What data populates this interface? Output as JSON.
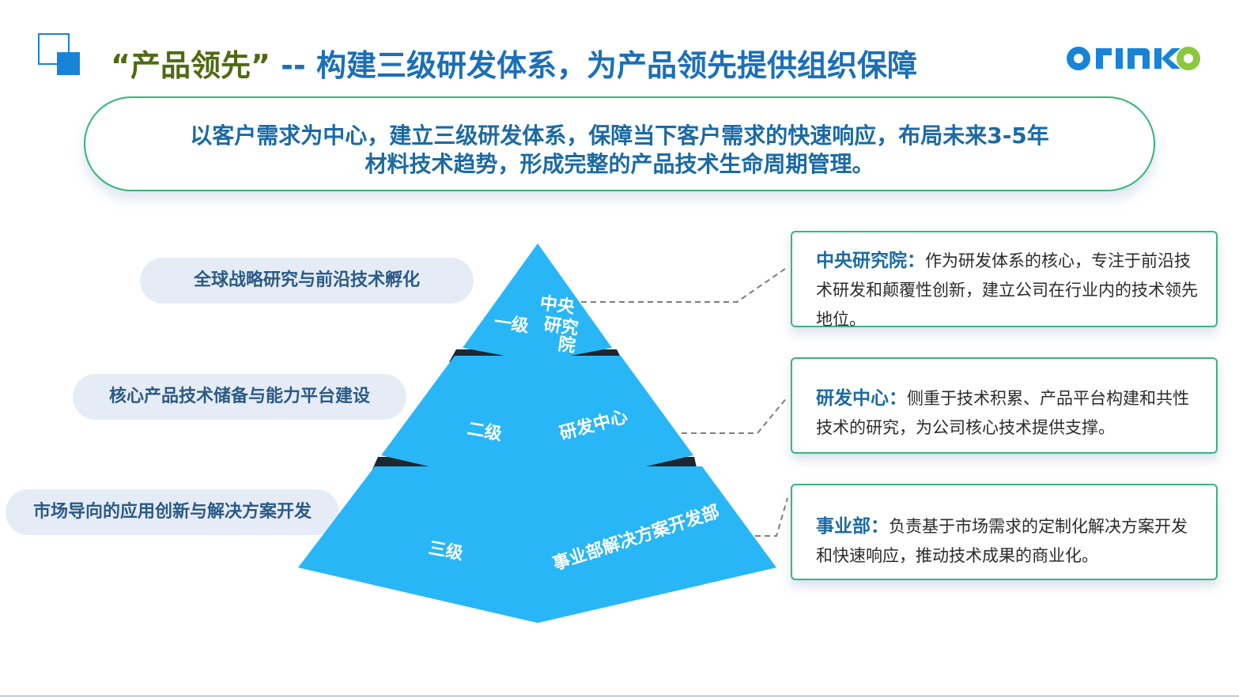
{
  "title": {
    "quote": "“产品领先”",
    "rest": " -- 构建三级研发体系，为产品领先提供组织保障"
  },
  "logo": {
    "text": "orinko",
    "colors": {
      "blue": "#1784d8",
      "green": "#8bc83f"
    }
  },
  "banner": {
    "line1": "以客户需求为中心，建立三级研发体系，保障当下客户需求的快速响应，布局未来3-5年",
    "line2": "材料技术趋势，形成完整的产品技术生命周期管理。"
  },
  "pills": [
    "全球战略研究与前沿技术孵化",
    "核心产品技术储备与能力平台建设",
    "市场导向的应用创新与解决方案开发"
  ],
  "pyramid": {
    "levels": [
      {
        "level": "一级",
        "name_lines": [
          "中央",
          "研究",
          "院"
        ]
      },
      {
        "level": "二级",
        "name": "研发中心"
      },
      {
        "level": "三级",
        "name": "事业部解决方案开发部"
      }
    ],
    "colors": {
      "fill": "#29b6f6",
      "gap": "#1c2730"
    }
  },
  "cards": [
    {
      "head": "中央研究院：",
      "body": "作为研发体系的核心，专注于前沿技术研发和颠覆性创新，建立公司在行业内的技术领先地位。"
    },
    {
      "head": "研发中心：",
      "body": "侧重于技术积累、产品平台构建和共性技术的研究，为公司核心技术提供支撑。"
    },
    {
      "head": "事业部：",
      "body": "负责基于市场需求的定制化解决方案开发和快速响应，推动技术成果的商业化。"
    }
  ]
}
